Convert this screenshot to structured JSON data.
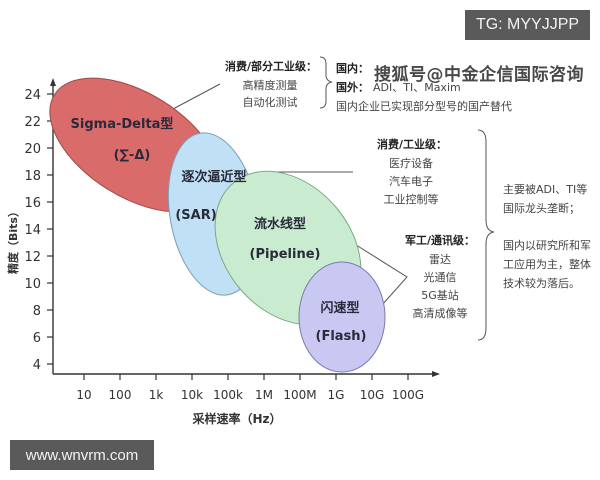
{
  "chart_data": {
    "type": "scatter",
    "subtype": "ellipse-region-map",
    "title": "",
    "xlabel": "采样速率（Hz）",
    "ylabel": "精度（Bits）",
    "x_tick_labels": [
      "10",
      "100",
      "1k",
      "10k",
      "100k",
      "1M",
      "100M",
      "1G",
      "10G",
      "100G"
    ],
    "y_tick_labels": [
      "4",
      "6",
      "8",
      "10",
      "12",
      "14",
      "16",
      "18",
      "20",
      "22",
      "24"
    ],
    "ylim": [
      3,
      25
    ],
    "grid": false,
    "legend": null,
    "regions": [
      {
        "name": "Sigma-Delta型",
        "sub": "(∑-Δ)",
        "color": "#d96b6b",
        "approx_bits": [
          15,
          24
        ],
        "approx_rate": [
          "10",
          "100k"
        ]
      },
      {
        "name": "逐次逼近型",
        "sub": "(SAR)",
        "color": "#bfe0f5",
        "approx_bits": [
          8,
          20
        ],
        "approx_rate": [
          "1k",
          "1M"
        ]
      },
      {
        "name": "流水线型",
        "sub": "(Pipeline)",
        "color": "#c9ecd0",
        "approx_bits": [
          8,
          17
        ],
        "approx_rate": [
          "10k",
          "1G"
        ]
      },
      {
        "name": "闪速型",
        "sub": "(Flash)",
        "color": "#c8c8f2",
        "approx_bits": [
          4,
          11
        ],
        "approx_rate": [
          "100M",
          "10G"
        ]
      }
    ],
    "annotations": [
      {
        "heading": "消费/部分工业级：",
        "lines": [
          "高精度测量",
          "自动化测试"
        ]
      },
      {
        "heading": "消费/工业级：",
        "lines": [
          "医疗设备",
          "汽车电子",
          "工业控制等"
        ]
      },
      {
        "heading": "军工/通讯级：",
        "lines": [
          "雷达",
          "光通信",
          "5G基站",
          "高清成像等"
        ]
      }
    ],
    "notes": {
      "top": [
        {
          "label": "国内：",
          "text": ""
        },
        {
          "label": "国外：",
          "text": "ADI、TI、Maxim"
        },
        {
          "label": "",
          "text": "国内企业已实现部分型号的国产替代"
        }
      ],
      "right_upper": [
        "主要被ADI、TI等",
        "国际龙头垄断；"
      ],
      "right_lower": [
        "国内以研究所和军",
        "工应用为主，整体",
        "技术较为落后。"
      ]
    }
  },
  "overlay": {
    "tg_tag": "TG: MYYJJPP",
    "url_tag": "www.wnvrm.com",
    "watermark": "搜狐号@中金企信国际咨询"
  }
}
